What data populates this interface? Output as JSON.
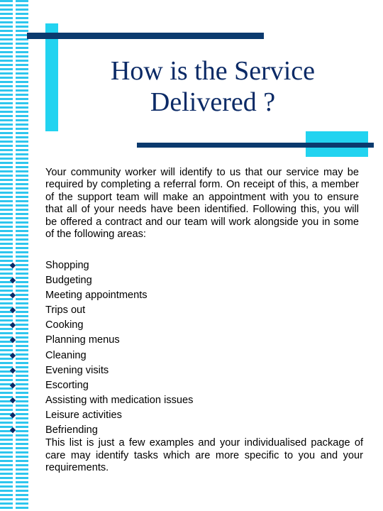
{
  "title": "How is the Service Delivered ?",
  "intro": "Your community worker will identify to us that our service may be required by completing a referral form. On receipt of this, a member of the support team will make an appointment with you to ensure that all of your needs have been identified. Following this, you will be offered a contract and our team will work alongside you in some of the following areas:",
  "bullet_glyph": "◆",
  "areas": [
    "Shopping",
    "Budgeting",
    "Meeting appointments",
    "Trips out",
    "Cooking",
    "Planning menus",
    "Cleaning",
    "Evening visits",
    "Escorting",
    "Assisting with medication issues",
    "Leisure activities",
    "Befriending"
  ],
  "closing": "This list is just a few examples and your individualised package of care may identify tasks which are more specific to you and your requirements.",
  "colors": {
    "dark_bar": "#0b3a6e",
    "cyan_bar": "#22d3f0",
    "stripe": "#2ec6ee",
    "title": "#0b2a66"
  }
}
